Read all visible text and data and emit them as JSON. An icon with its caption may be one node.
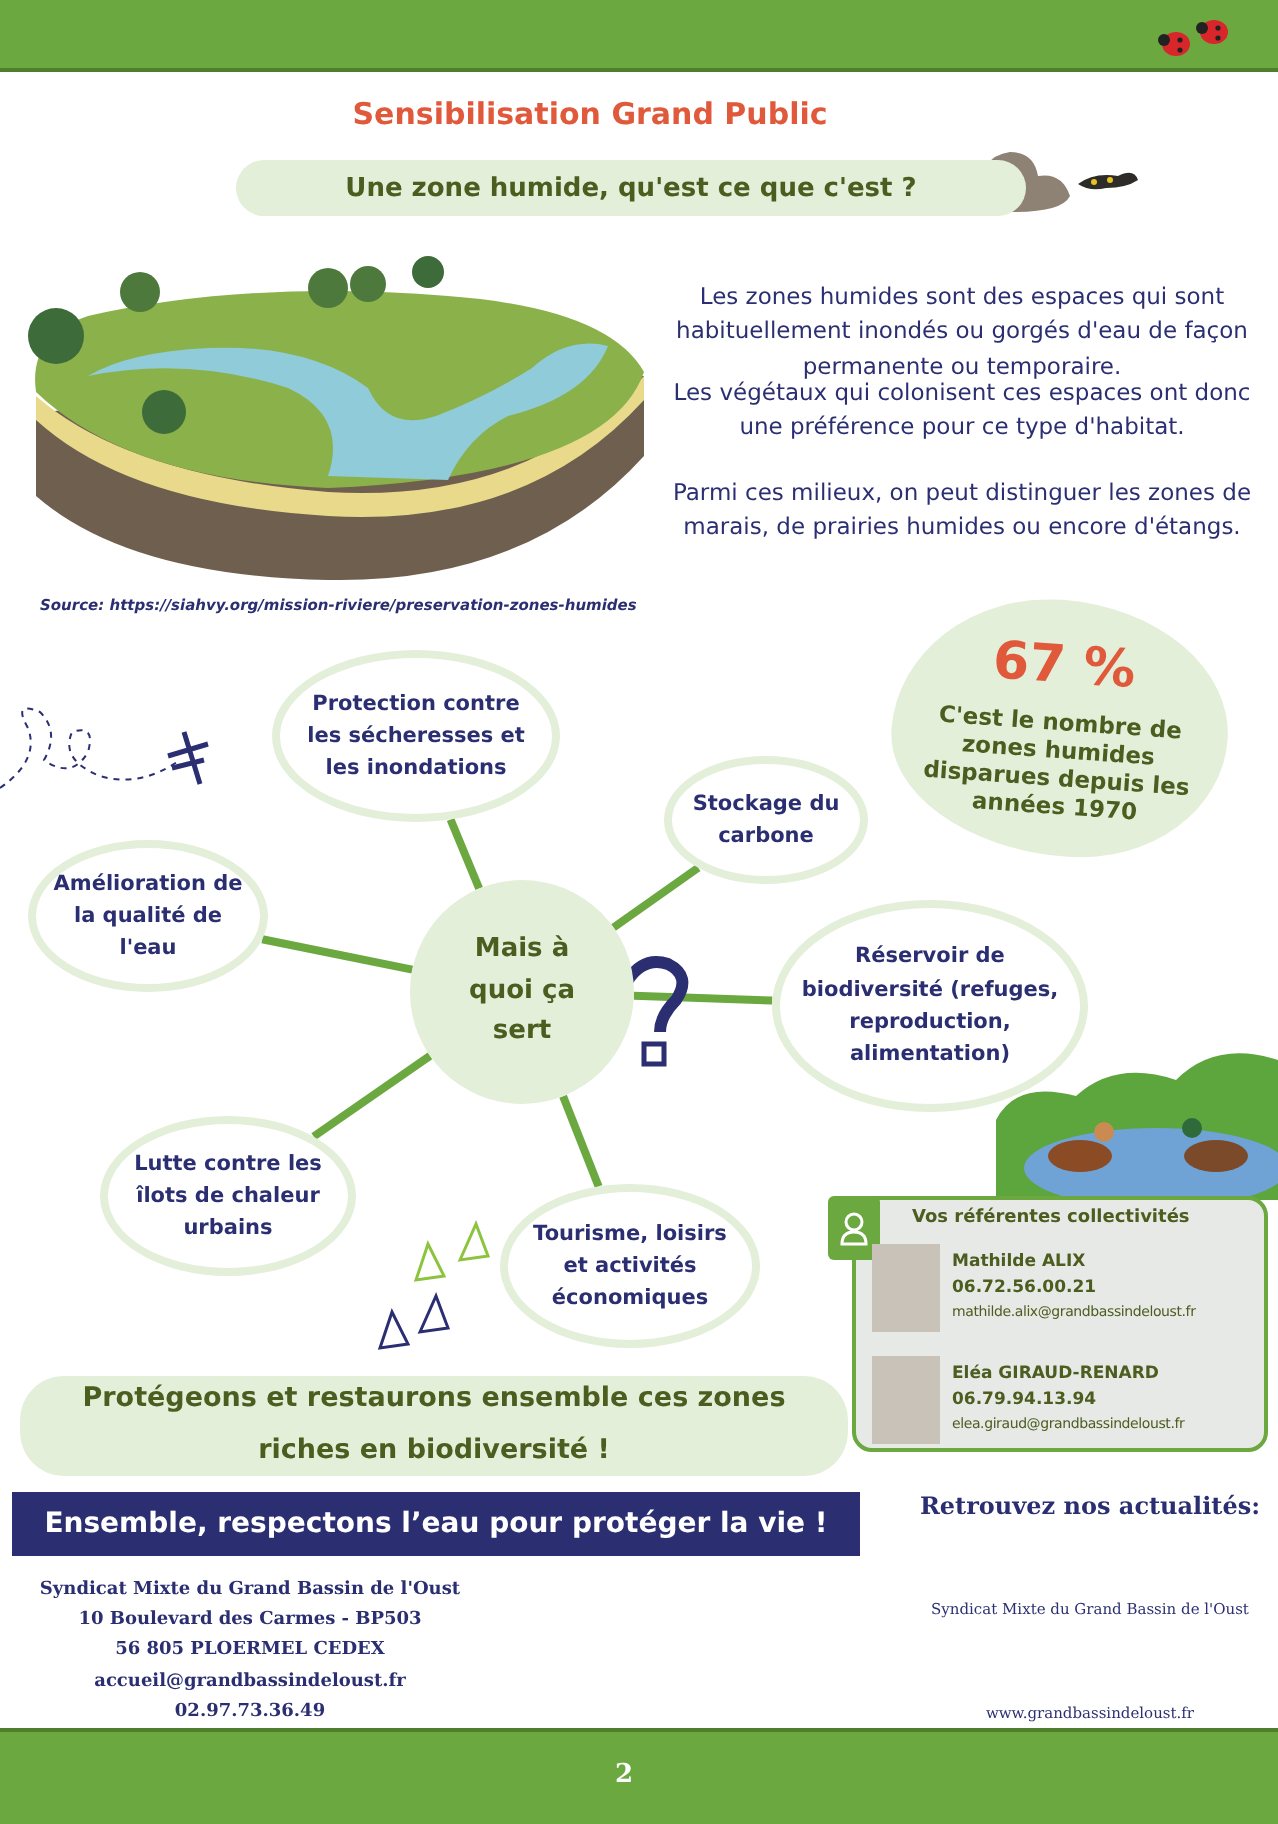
{
  "diagram": {
    "title": "Sensibilisation Grand Public",
    "nodes": [
      {
        "text": [
          "Une zone humide, qu'est ce que c'est ?"
        ]
      },
      {
        "text": [
          "67 %",
          "C'est le nombre de zones humides disparues depuis les années 1970"
        ]
      },
      {
        "text": [
          "Protection contre les sécheresses et les inondations"
        ]
      },
      {
        "text": [
          "Stockage du carbone"
        ]
      },
      {
        "text": [
          "Amélioration de la qualité de l'eau"
        ]
      },
      {
        "text": [
          "Mais à quoi ça sert"
        ]
      },
      {
        "text": [
          "Réservoir de biodiversité (refuges, reproduction, alimentation)"
        ]
      },
      {
        "text": [
          "Lutte contre les îlots de chaleur urbains"
        ]
      },
      {
        "text": [
          "Tourisme, loisirs et activités économiques"
        ]
      },
      {
        "text": [
          "Vos référentes collectivités"
        ]
      },
      {
        "text": [
          "Mathilde ALIX",
          "06.72.56.00.21",
          "mathilde.alix@grandbassindeloust.fr"
        ],
        "in": 9
      },
      {
        "text": [
          "Eléa GIRAUD-RENARD",
          "06.79.94.13.94",
          "elea.giraud@grandbassindeloust.fr"
        ],
        "in": 9
      },
      {
        "text": [
          "Protégeons et restaurons ensemble ces zones riches en biodiversité !"
        ]
      },
      {
        "text": [
          "Ensemble, respectons l’eau pour protéger la vie !"
        ]
      }
    ],
    "edges": [
      {
        "from": 5,
        "to": 2,
        "arrow": "none"
      },
      {
        "from": 5,
        "to": 3,
        "arrow": "none"
      },
      {
        "from": 5,
        "to": 4,
        "arrow": "none"
      },
      {
        "from": 5,
        "to": 6,
        "arrow": "none"
      },
      {
        "from": 5,
        "to": 7,
        "arrow": "none"
      },
      {
        "from": 5,
        "to": 8,
        "arrow": "none"
      }
    ],
    "labels": [
      "Les zones humides sont des espaces qui sont habituellement inondés ou gorgés d'eau de façon permanente ou temporaire.",
      "Les végétaux qui colonisent ces espaces ont donc une préférence pour ce type d'habitat.",
      "Parmi ces milieux, on peut distinguer les zones de marais, de prairies humides ou encore d'étangs.",
      "Source: https://siahvy.org/mission-riviere/preservation-zones-humides",
      "Syndicat Mixte du Grand Bassin de l'Oust",
      "10 Boulevard des Carmes - BP503",
      "56 805 PLOERMEL CEDEX",
      "accueil@grandbassindeloust.fr",
      "02.97.73.36.49",
      "Retrouvez nos actualités:",
      "Syndicat Mixte du Grand Bassin de l'Oust",
      "www.grandbassindeloust.fr",
      "2"
    ]
  }
}
